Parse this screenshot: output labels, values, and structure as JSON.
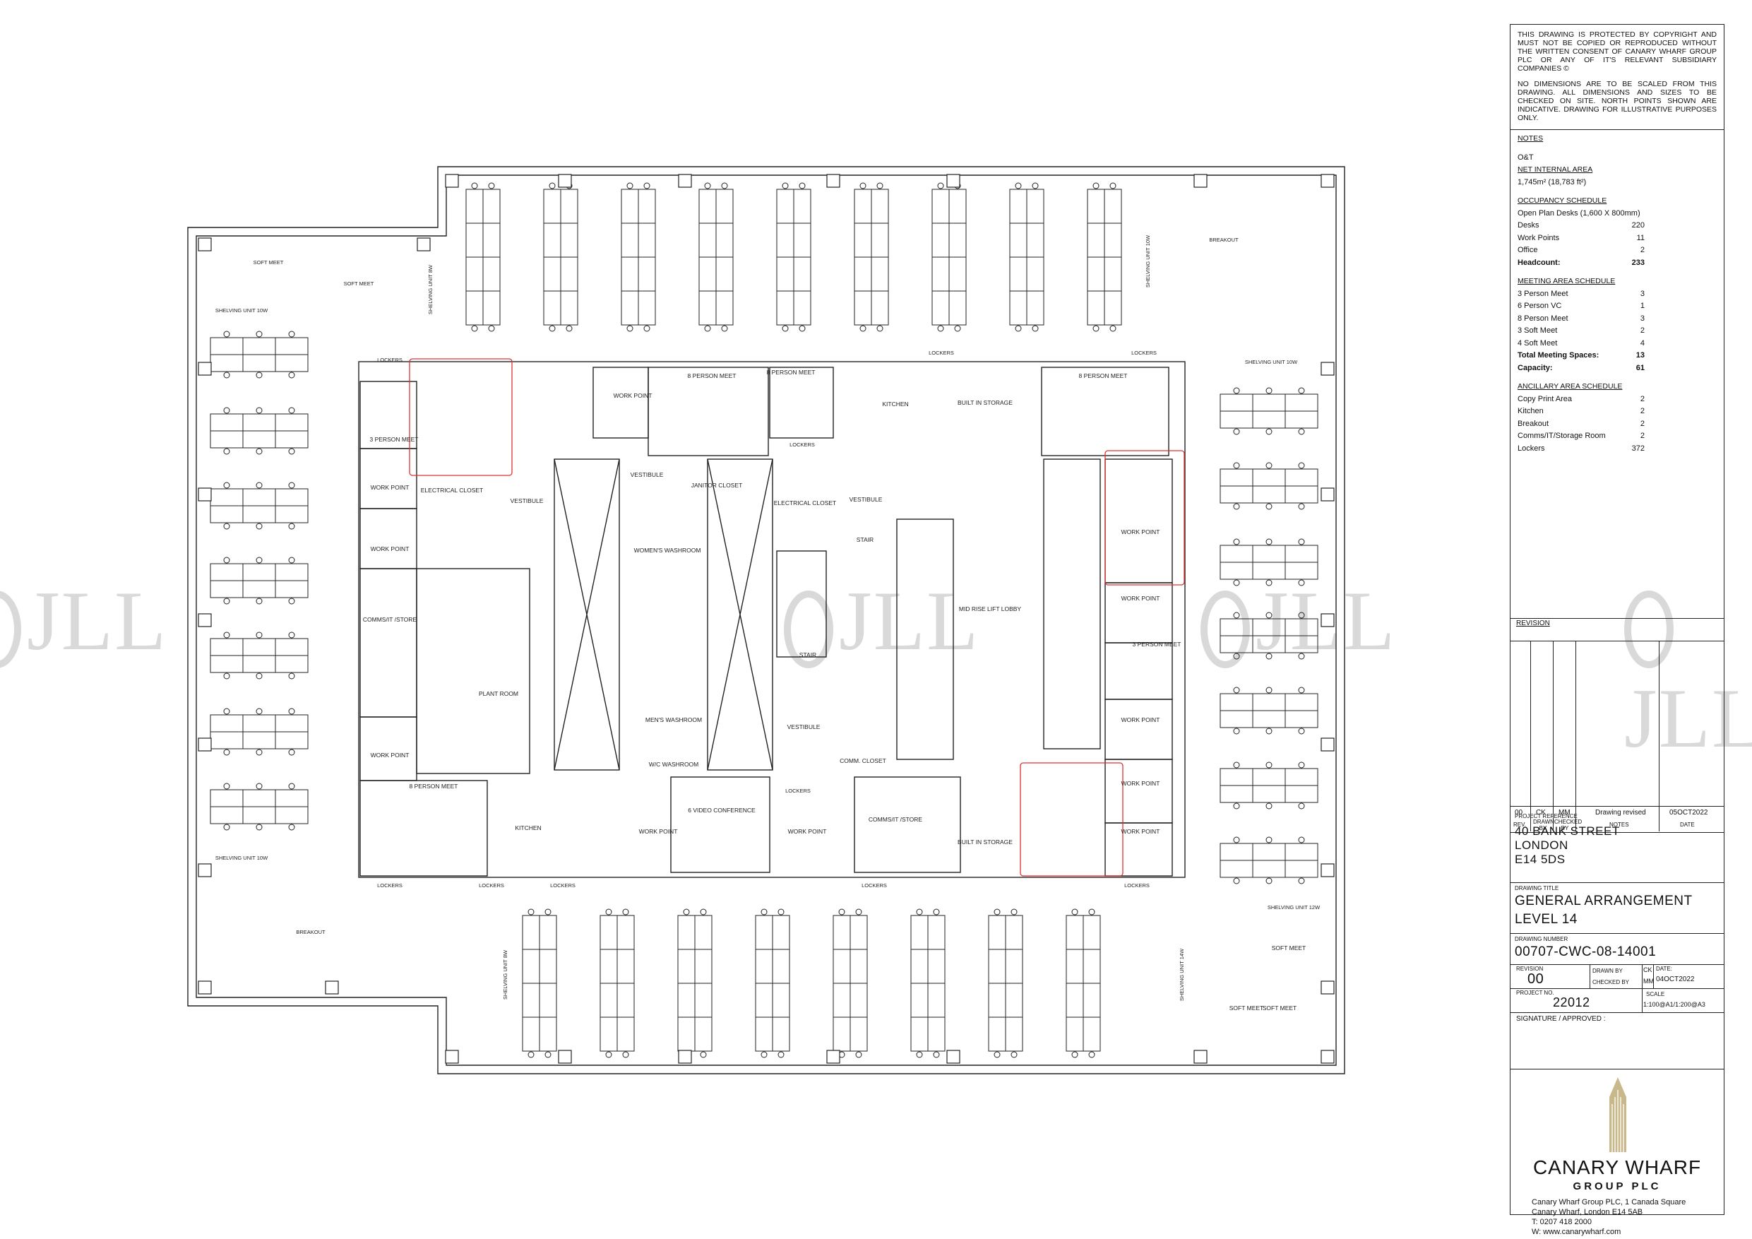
{
  "watermark": {
    "text": "JLL"
  },
  "plan_labels": {
    "soft_meet": "SOFT MEET",
    "shelving_10w": "SHELVING UNIT 10W",
    "shelving_12w": "SHELVING UNIT 12W",
    "shelving_14w": "SHELVING UNIT 14W",
    "shelving_8w": "SHELVING UNIT 8W",
    "breakout": "BREAKOUT",
    "lockers": "LOCKERS",
    "work_point": "WORK POINT",
    "person3_meet": "3 PERSON MEET",
    "person8_meet": "8 PERSON MEET",
    "electrical_closet": "ELECTRICAL CLOSET",
    "vestibule": "VESTIBULE",
    "comms_it_store": "COMMS/IT /STORE",
    "plant_room": "PLANT ROOM",
    "womens_washroom": "WOMEN'S WASHROOM",
    "mens_washroom": "MEN'S WASHROOM",
    "wc_washroom": "W/C WASHROOM",
    "janitor_closet": "JANITOR CLOSET",
    "stair": "STAIR",
    "kitchen": "KITCHEN",
    "built_in_storage": "BUILT IN STORAGE",
    "mid_rise_lift_lobby": "MID RISE LIFT LOBBY",
    "video_conference": "6 VIDEO CONFERENCE",
    "comm_closet": "COMM. CLOSET"
  },
  "titleblock": {
    "disclaimer1": "This drawing is protected by copyright and must not be copied or reproduced without the written consent of Canary Wharf Group PLC or any of it's relevant subsidiary companies ©",
    "disclaimer2": "No dimensions are to be scaled from this drawing. All dimensions and sizes to be checked on site. North points shown are indicative. Drawing for illustrative purposes only.",
    "notes_heading": "NOTES",
    "ot": "O&T",
    "nia_heading": "NET INTERNAL AREA",
    "nia_value": "1,745m² (18,783 ft²)",
    "occupancy_heading": "OCCUPANCY SCHEDULE",
    "occupancy_sub": "Open Plan Desks (1,600 X 800mm)",
    "occupancy": [
      {
        "label": "Desks",
        "value": "220",
        "bold": false
      },
      {
        "label": "Work Points",
        "value": "11",
        "bold": false
      },
      {
        "label": "Office",
        "value": "2",
        "bold": false
      },
      {
        "label": "Headcount:",
        "value": "233",
        "bold": true
      }
    ],
    "meeting_heading": "MEETING AREA SCHEDULE",
    "meeting": [
      {
        "label": "3 Person Meet",
        "value": "3",
        "bold": false
      },
      {
        "label": "6 Person VC",
        "value": "1",
        "bold": false
      },
      {
        "label": "8 Person Meet",
        "value": "3",
        "bold": false
      },
      {
        "label": "3 Soft Meet",
        "value": "2",
        "bold": false
      },
      {
        "label": "4 Soft Meet",
        "value": "4",
        "bold": false
      },
      {
        "label": "Total Meeting Spaces:",
        "value": "13",
        "bold": true
      },
      {
        "label": "Capacity:",
        "value": "61",
        "bold": true
      }
    ],
    "ancillary_heading": "ANCILLARY AREA SCHEDULE",
    "ancillary": [
      {
        "label": "Copy Print Area",
        "value": "2",
        "bold": false
      },
      {
        "label": "Kitchen",
        "value": "2",
        "bold": false
      },
      {
        "label": "Breakout",
        "value": "2",
        "bold": false
      },
      {
        "label": "Comms/IT/Storage Room",
        "value": "2",
        "bold": false
      },
      {
        "label": "Lockers",
        "value": "372",
        "bold": false
      }
    ],
    "revision_heading": "REVISION",
    "rev": {
      "rev": "00",
      "drawn": "CK",
      "checked": "MM",
      "notes": "Drawing revised",
      "date": "05OCT2022"
    },
    "rev_headers": {
      "rev": "REV.",
      "drawn": "DRAWN BY",
      "checked": "CHECKED BY",
      "notes": "NOTES",
      "date": "DATE"
    },
    "project_ref_caption": "PROJECT REFERENCE",
    "project_ref": [
      "40 BANK STREET",
      "LONDON",
      "E14 5DS"
    ],
    "drawing_title_caption": "DRAWING TITLE",
    "drawing_title": [
      "GENERAL ARRANGEMENT",
      "LEVEL 14"
    ],
    "drawing_number_caption": "DRAWING NUMBER",
    "drawing_number": "00707-CWC-08-14001",
    "revision_caption": "REVISION",
    "revision_value": "00",
    "drawn_by_caption": "DRAWN BY",
    "drawn_by": "CK",
    "checked_by_caption": "CHECKED BY",
    "checked_by": "MM",
    "date_caption": "DATE:",
    "date": "04OCT2022",
    "project_no_caption": "PROJECT NO.",
    "project_no": "22012",
    "scale_caption": "SCALE",
    "scale": "1:100@A1/1:200@A3",
    "signature": "SIGNATURE / APPROVED :",
    "company": "CANARY WHARF",
    "company_sub": "GROUP PLC",
    "address": [
      "Canary Wharf Group PLC, 1 Canada Square",
      "Canary Wharf, London E14 5AB",
      "T:  0207 418 2000",
      "W: www.canarywharf.com"
    ]
  }
}
